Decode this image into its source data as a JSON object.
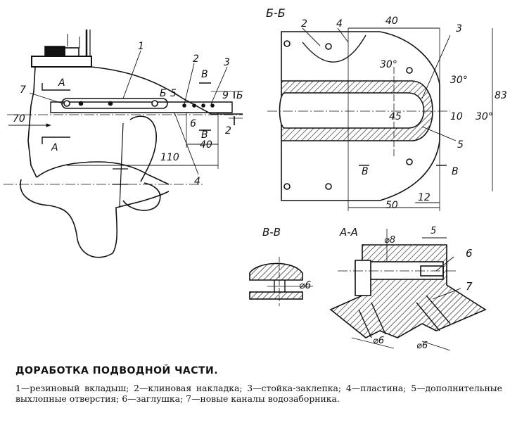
{
  "caption": {
    "title": "ДОРАБОТКА ПОДВОДНОЙ ЧАСТИ.",
    "legend": "1—резиновый вкладыш; 2—клиновая накладка; 3—стойка-заклепка; 4—пластина; 5—дополнительные выхлопные отверстия; 6—заглушка; 7—новые каналы водозаборника."
  },
  "main_view": {
    "callouts": [
      "1",
      "2",
      "3",
      "4",
      "7"
    ],
    "section_marks": [
      "A",
      "A",
      "Б",
      "Б",
      "В",
      "В"
    ],
    "dimensions": [
      "70",
      "110",
      "40",
      "5",
      "9",
      "6",
      "2"
    ]
  },
  "section_bb": {
    "title": "Б-Б",
    "callouts": [
      "2",
      "4",
      "3",
      "5"
    ],
    "dimensions": [
      "40",
      "30°",
      "30°",
      "45",
      "10",
      "30°",
      "83",
      "50",
      "12"
    ],
    "section_marks": [
      "В",
      "В"
    ]
  },
  "section_vv": {
    "title": "В-В",
    "dimension": "⌀6"
  },
  "section_aa": {
    "title": "A-A",
    "callouts": [
      "6",
      "7"
    ],
    "dimensions": [
      "⌀8",
      "5",
      "⌀6",
      "⌀6"
    ]
  }
}
